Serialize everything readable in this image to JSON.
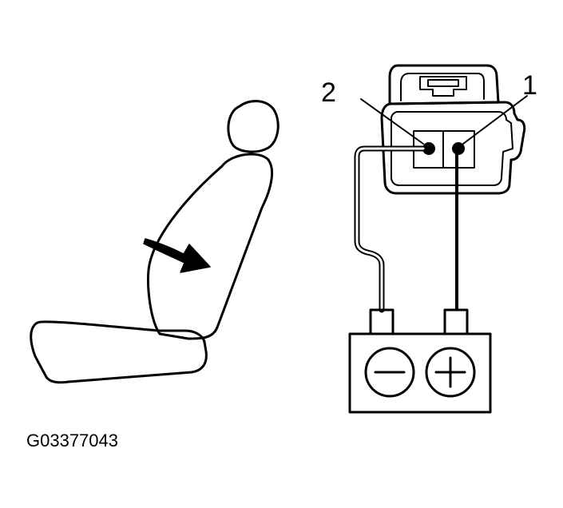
{
  "labels": {
    "terminal_2": "2",
    "terminal_1": "1"
  },
  "figure_code": "G03377043"
}
